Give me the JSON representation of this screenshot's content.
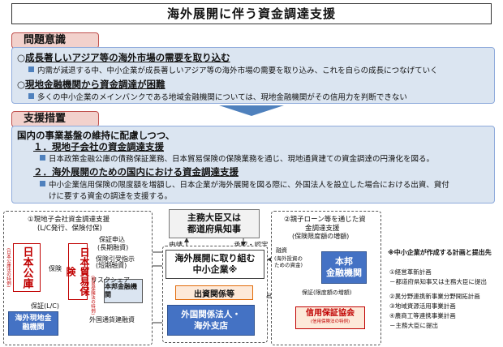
{
  "title": "海外展開に伴う資金調達支援",
  "problem": {
    "tag": "問題意識",
    "items": [
      {
        "heading": "成長著しいアジア等の海外市場の需要を取り込む",
        "detail": "内需が減退する中、中小企業が成長著しいアジア等の海外市場の需要を取り込み、これを自らの成長につなげていく"
      },
      {
        "heading": "現地金融機関から資金調達が困難",
        "detail": "多くの中小企業のメインバンクである地域金融機関については、現地金融機関がその信用力を判断できない"
      }
    ]
  },
  "measures": {
    "tag": "支援措置",
    "lead": "国内の事業基盤の維持に配慮しつつ、",
    "items": [
      {
        "heading": "１．現地子会社の資金調達支援",
        "detail": "日本政策金融公庫の債務保証業務、日本貿易保険の保険業務を通じ、現地通貨建ての資金調達の円滑化を図る。"
      },
      {
        "heading": "２．海外展開のための国内における資金調達支援",
        "detail1": "中小企業信用保険の限度額を増額し、日本企業が海外展開を図る際に、外国法人を設立した場合における出資、貸付",
        "detail2": "けに要する資金の調達を支援する。"
      }
    ]
  },
  "diagram": {
    "left_box": {
      "line1": "①現地子会社資金調達支援",
      "line2": "(L/C発行、保険付保)"
    },
    "jfc": {
      "name": "日本公庫",
      "sub": "(日本公庫法の特例)"
    },
    "nexi": {
      "name": "日本貿易保険",
      "sub": "(貿易保険法の特例)"
    },
    "local_bank": "海外現地金融機関",
    "domestic_bank_left": "本邦金融機関",
    "labels": {
      "guarantee_apply": "保証申込",
      "guarantee_apply_sub": "(長期融資)",
      "insurance_underwrite": "保険引受指示",
      "insurance_underwrite_sub": "(短期融資)",
      "insurance": "保険",
      "risk_share": "リスクシェア",
      "guarantee_lc": "保証(L/C)",
      "local_currency_loan": "外国通貨建融資",
      "apply": "申請",
      "approve": "承認・認定",
      "investment": "出資等",
      "loan": "融資",
      "loan_sub1": "(海外投資の",
      "loan_sub2": "ための資金)",
      "guarantee_limit": "保証(限度額の増額)"
    },
    "minister": {
      "line1": "主務大臣又は",
      "line2": "都道府県知事"
    },
    "sme": {
      "line1": "海外展開に取り組む",
      "line2": "中小企業※"
    },
    "related": "出資関係等",
    "foreign": {
      "line1": "外国関係法人・",
      "line2": "海外支店"
    },
    "right_box": {
      "line1": "②親子ローン等を通じた資",
      "line2": "金調達支援",
      "line3": "(保険限度額の増額)"
    },
    "domestic_bank_right": {
      "line1": "本邦",
      "line2": "金融機関"
    },
    "credit": {
      "name": "信用保証協会",
      "sub": "(信用保険法の特例)"
    },
    "notes": {
      "title": "※中小企業が作成する計画と提出先",
      "n1": "①経営革新計画",
      "n1b": "－都道府県知事又は主務大臣に提出",
      "n2": "②異分野連携新事業分野開拓計画",
      "n3": "③地域資源活用事業計画",
      "n4": "④農商工等連携事業計画",
      "n4b": "－主務大臣に提出"
    }
  }
}
